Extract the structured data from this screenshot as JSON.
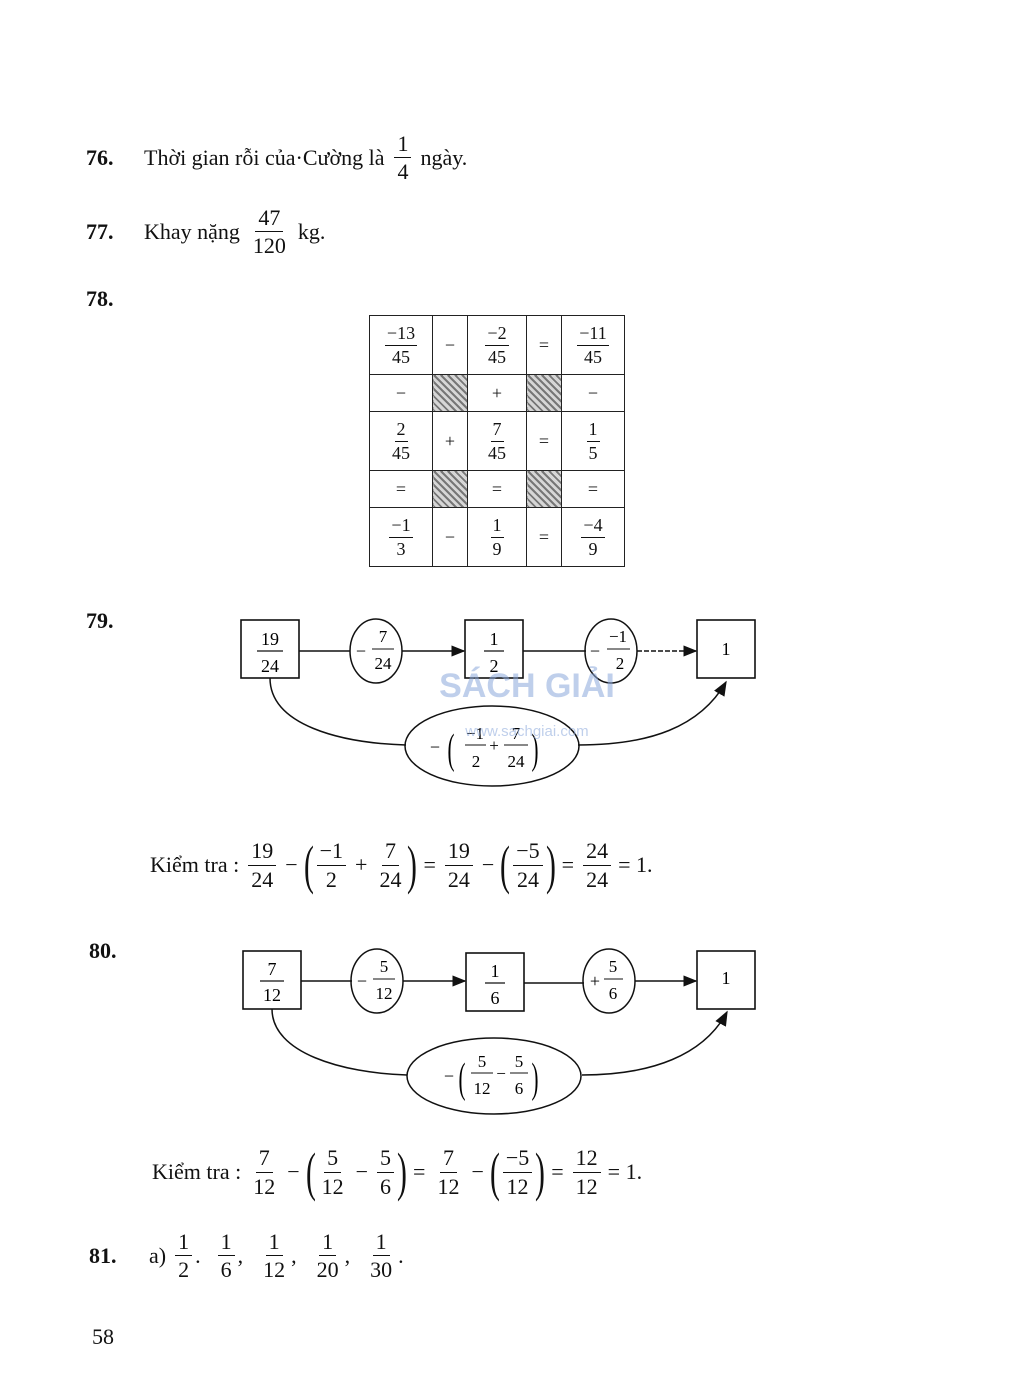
{
  "q76": {
    "number": "76.",
    "text": "Thời gian rỗi của·Cường là",
    "frac_n": "1",
    "frac_d": "4",
    "unit": "ngày."
  },
  "q77": {
    "number": "77.",
    "text": "Khay nặng",
    "frac_n": "47",
    "frac_d": "120",
    "unit": "kg."
  },
  "q78": {
    "number": "78.",
    "rows": [
      [
        {
          "n": "−13",
          "d": "45"
        },
        "−",
        {
          "n": "−2",
          "d": "45"
        },
        "=",
        {
          "n": "−11",
          "d": "45"
        }
      ],
      [
        "−",
        "",
        "+",
        "",
        "−"
      ],
      [
        {
          "n": "2",
          "d": "45"
        },
        "+",
        {
          "n": "7",
          "d": "45"
        },
        "=",
        {
          "n": "1",
          "d": "5"
        }
      ],
      [
        "=",
        "",
        "=",
        "",
        "="
      ],
      [
        {
          "n": "−1",
          "d": "3"
        },
        "−",
        {
          "n": "1",
          "d": "9"
        },
        "=",
        {
          "n": "−4",
          "d": "9"
        }
      ]
    ]
  },
  "q79": {
    "number": "79.",
    "start": {
      "n": "19",
      "d": "24"
    },
    "op1": {
      "sign": "−",
      "n": "7",
      "d": "24"
    },
    "mid": {
      "n": "1",
      "d": "2"
    },
    "op2": {
      "sign": "−",
      "n": "−1",
      "d": "2"
    },
    "end": "1",
    "loop": {
      "sign": "−",
      "f1n": "−1",
      "f1d": "2",
      "plus": "+",
      "f2n": "7",
      "f2d": "24"
    },
    "check_label": "Kiểm tra :",
    "check": {
      "a": {
        "n": "19",
        "d": "24"
      },
      "b": {
        "n": "−1",
        "d": "2"
      },
      "c": {
        "n": "7",
        "d": "24"
      },
      "e": {
        "n": "19",
        "d": "24"
      },
      "f": {
        "n": "−5",
        "d": "24"
      },
      "g": {
        "n": "24",
        "d": "24"
      },
      "result": "= 1."
    }
  },
  "q80": {
    "number": "80.",
    "start": {
      "n": "7",
      "d": "12"
    },
    "op1": {
      "sign": "−",
      "n": "5",
      "d": "12"
    },
    "mid": {
      "n": "1",
      "d": "6"
    },
    "op2": {
      "sign": "+",
      "n": "5",
      "d": "6"
    },
    "end": "1",
    "loop": {
      "sign": "−",
      "f1n": "5",
      "f1d": "12",
      "minus": "−",
      "f2n": "5",
      "f2d": "6"
    },
    "check_label": "Kiểm tra :",
    "check": {
      "a": {
        "n": "7",
        "d": "12"
      },
      "b": {
        "n": "5",
        "d": "12"
      },
      "c": {
        "n": "5",
        "d": "6"
      },
      "e": {
        "n": "7",
        "d": "12"
      },
      "f": {
        "n": "−5",
        "d": "12"
      },
      "g": {
        "n": "12",
        "d": "12"
      },
      "result": "= 1."
    }
  },
  "q81": {
    "number": "81.",
    "part": "a)",
    "fracs": [
      {
        "n": "1",
        "d": "2",
        "sep": "."
      },
      {
        "n": "1",
        "d": "6",
        "sep": ","
      },
      {
        "n": "1",
        "d": "12",
        "sep": ","
      },
      {
        "n": "1",
        "d": "20",
        "sep": ","
      },
      {
        "n": "1",
        "d": "30",
        "sep": "."
      }
    ]
  },
  "watermark": {
    "brand": "SÁCH GIẢI",
    "url": "www.sachgiai.com"
  },
  "page_number": "58"
}
